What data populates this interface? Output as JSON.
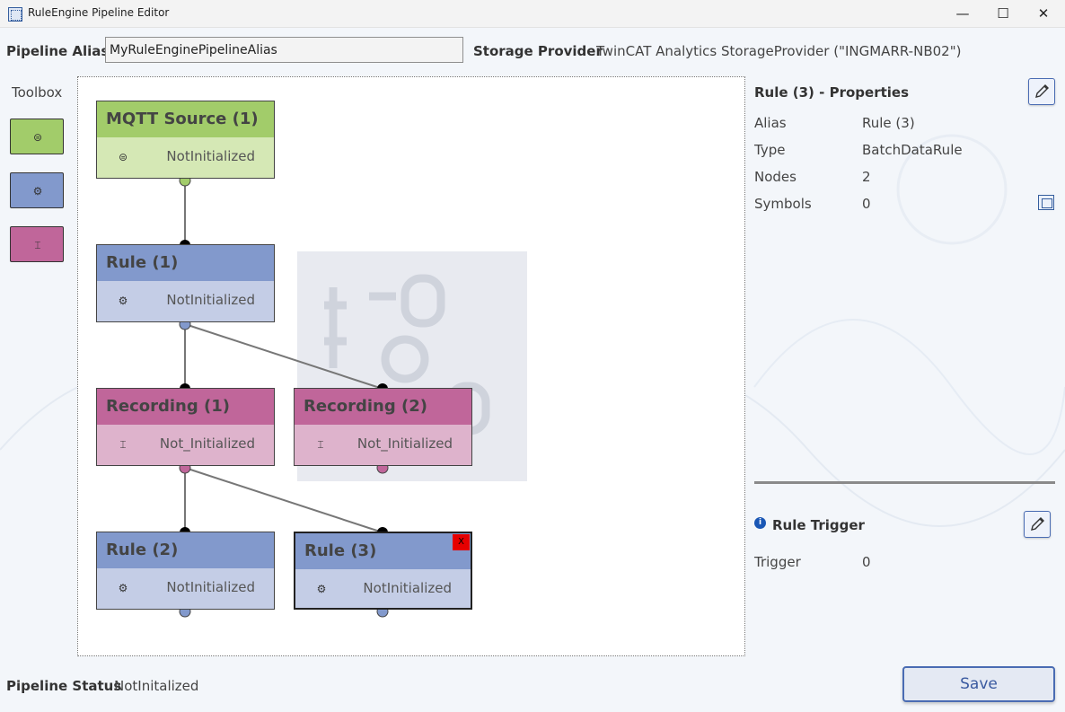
{
  "window": {
    "title": "RuleEngine Pipeline Editor",
    "controls": {
      "minimize": "—",
      "maximize": "☐",
      "close": "✕"
    }
  },
  "header": {
    "alias_label": "Pipeline Alias",
    "alias_value": "MyRuleEnginePipelineAlias",
    "storage_label": "Storage Provider",
    "storage_value": "TwinCAT Analytics StorageProvider (\"INGMARR-NB02\")"
  },
  "toolbox": {
    "title": "Toolbox",
    "items": [
      {
        "name": "mqtt-source",
        "icon": "database-icon",
        "glyph": "⊜",
        "color": "#a2cc6a"
      },
      {
        "name": "rule",
        "icon": "gears-icon",
        "glyph": "⚙",
        "color": "#8299cc"
      },
      {
        "name": "recording",
        "icon": "recording-icon",
        "glyph": "⌶",
        "color": "#c0669a"
      }
    ]
  },
  "canvas": {
    "nodes": [
      {
        "id": "mqtt1",
        "title": "MQTT Source (1)",
        "status": "NotInitialized",
        "kind": "mqtt",
        "glyph": "⊜"
      },
      {
        "id": "rule1",
        "title": "Rule (1)",
        "status": "NotInitialized",
        "kind": "rule",
        "glyph": "⚙"
      },
      {
        "id": "rec1",
        "title": "Recording (1)",
        "status": "Not_Initialized",
        "kind": "rec",
        "glyph": "⌶"
      },
      {
        "id": "rec2",
        "title": "Recording (2)",
        "status": "Not_Initialized",
        "kind": "rec",
        "glyph": "⌶"
      },
      {
        "id": "rule2",
        "title": "Rule (2)",
        "status": "NotInitialized",
        "kind": "rule",
        "glyph": "⚙"
      },
      {
        "id": "rule3",
        "title": "Rule (3)",
        "status": "NotInitialized",
        "kind": "rule",
        "glyph": "⚙",
        "selected": true,
        "close_label": "X"
      }
    ],
    "colors": {
      "mqtt": "#a2cc6a",
      "rule": "#8299cc",
      "rec": "#c0669a",
      "link": "#777777"
    }
  },
  "properties": {
    "title": "Rule (3) - Properties",
    "rows": [
      {
        "label": "Alias",
        "value": "Rule (3)"
      },
      {
        "label": "Type",
        "value": "BatchDataRule"
      },
      {
        "label": "Nodes",
        "value": "2"
      },
      {
        "label": "Symbols",
        "value": "0"
      }
    ],
    "edit_icon": "pencil-icon"
  },
  "trigger": {
    "title": "Rule Trigger",
    "info_glyph": "i",
    "row": {
      "label": "Trigger",
      "value": "0"
    }
  },
  "footer": {
    "status_label": "Pipeline Status",
    "status_value": "NotInitalized",
    "save_label": "Save"
  }
}
